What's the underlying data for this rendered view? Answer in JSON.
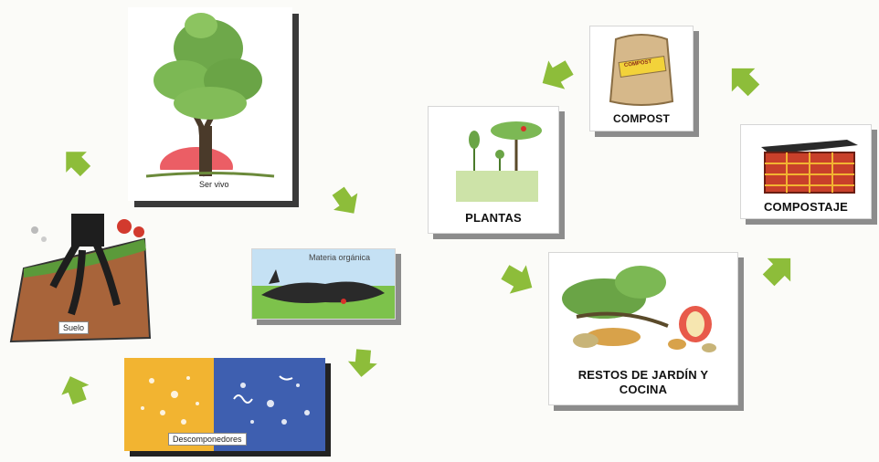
{
  "left_cycle": {
    "ser_vivo": "Ser vivo",
    "materia_organica": "Materia orgánica",
    "descomponedores": "Descomponedores",
    "suelo": "Suelo"
  },
  "right_cycle": {
    "compost": "COMPOST",
    "compost_bag_label": "COMPOST",
    "compostaje": "COMPOSTAJE",
    "plantas": "PLANTAS",
    "restos_line1": "RESTOS DE JARDÍN Y",
    "restos_line2": "COCINA"
  },
  "colors": {
    "arrow": "#8dbd3a",
    "card_shadow": "#3a3a3a",
    "soil": "#a8643a",
    "descomp_yellow": "#f2b431",
    "descomp_blue": "#3e5fb0",
    "brick": "#c8402a"
  }
}
